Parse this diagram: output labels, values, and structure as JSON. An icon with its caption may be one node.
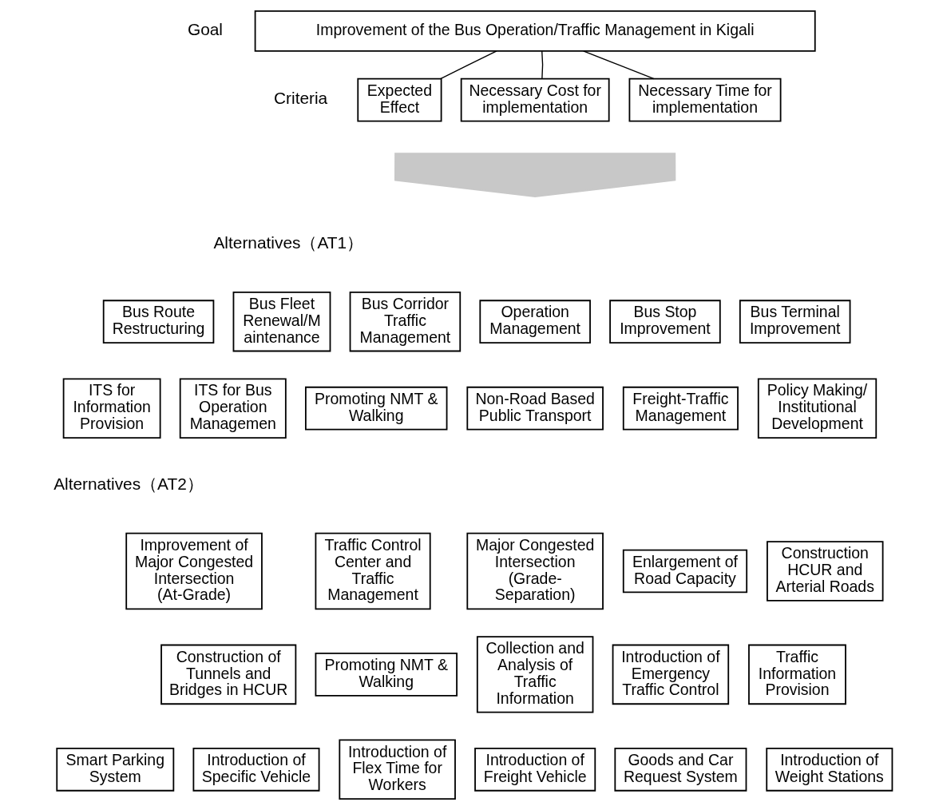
{
  "diagram": {
    "nodes": [
      {
        "text": [
          "Improvement of the Bus Operation/Traffic Management in Kigali"
        ]
      },
      {
        "text": [
          "Expected Effect"
        ]
      },
      {
        "text": [
          "Necessary Cost for implementation"
        ]
      },
      {
        "text": [
          "Necessary Time for implementation"
        ]
      },
      {
        "text": [],
        "shape": "arrow"
      },
      {
        "text": [
          "Bus Route Restructuring"
        ]
      },
      {
        "text": [
          "Bus Fleet Renewal/M aintenance"
        ]
      },
      {
        "text": [
          "Bus Corridor Traffic Management"
        ]
      },
      {
        "text": [
          "Operation Management"
        ]
      },
      {
        "text": [
          "Bus Stop Improvement"
        ]
      },
      {
        "text": [
          "Bus Terminal Improvement"
        ]
      },
      {
        "text": [
          "ITS for Information Provision"
        ]
      },
      {
        "text": [
          "ITS for Bus Operation Managemen"
        ]
      },
      {
        "text": [
          "Promoting NMT & Walking"
        ]
      },
      {
        "text": [
          "Non-Road Based Public Transport"
        ]
      },
      {
        "text": [
          "Freight-Traffic Management"
        ]
      },
      {
        "text": [
          "Policy Making/ Institutional Development"
        ]
      },
      {
        "text": [
          "Improvement of Major Congested Intersection (At-Grade)"
        ]
      },
      {
        "text": [
          "Traffic Control Center and Traffic Management"
        ]
      },
      {
        "text": [
          "Major Congested Intersection (Grade-Separation)"
        ]
      },
      {
        "text": [
          "Enlargement of Road Capacity"
        ]
      },
      {
        "text": [
          "Construction HCUR and Arterial Roads"
        ]
      },
      {
        "text": [
          "Construction of Tunnels and Bridges in HCUR"
        ]
      },
      {
        "text": [
          "Promoting NMT & Walking"
        ]
      },
      {
        "text": [
          "Collection and Analysis of Traffic Information"
        ]
      },
      {
        "text": [
          "Introduction of Emergency Traffic Control"
        ]
      },
      {
        "text": [
          "Traffic Information Provision"
        ]
      },
      {
        "text": [
          "Smart Parking System"
        ]
      },
      {
        "text": [
          "Introduction of Specific Vehicle"
        ]
      },
      {
        "text": [
          "Introduction of Flex Time for Workers"
        ]
      },
      {
        "text": [
          "Introduction of Freight Vehicle"
        ]
      },
      {
        "text": [
          "Goods and Car Request System"
        ]
      },
      {
        "text": [
          "Introduction of Weight Stations"
        ]
      }
    ],
    "edges": [
      {
        "from": 0,
        "to": 1,
        "arrow": "none"
      },
      {
        "from": 0,
        "to": 2,
        "arrow": "none"
      },
      {
        "from": 0,
        "to": 3,
        "arrow": "none"
      }
    ],
    "labels": [
      "Goal",
      "Criteria",
      "Alternatives（AT1）",
      "Alternatives（AT2）"
    ]
  }
}
